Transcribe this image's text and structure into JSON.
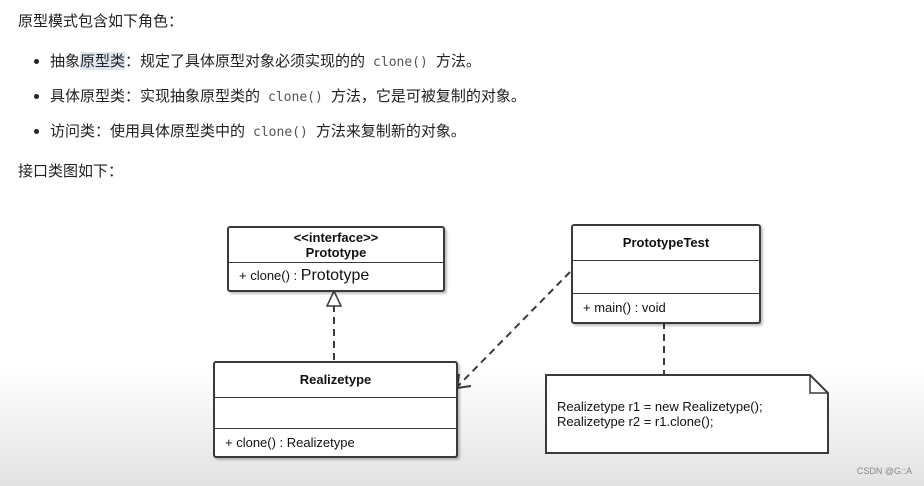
{
  "intro": "原型模式包含如下角色：",
  "roles": [
    {
      "pre": "抽象",
      "highlight": "原型类",
      "text": "：规定了具体原型对象必须实现的的",
      "code": "clone()",
      "post": "方法。"
    },
    {
      "pre": "",
      "highlight": "",
      "text": "具体原型类：实现抽象原型类的",
      "code": "clone()",
      "post": "方法，它是可被复制的对象。"
    },
    {
      "pre": "",
      "highlight": "",
      "text": "访问类：使用具体原型类中的",
      "code": "clone()",
      "post": "方法来复制新的对象。"
    }
  ],
  "diagram_caption": "接口类图如下：",
  "diagram": {
    "prototype": {
      "stereotype": "<<interface>>",
      "name": "Prototype",
      "op_prefix": "+ clone() :",
      "op_return": "Prototype"
    },
    "prototype_test": {
      "name": "PrototypeTest",
      "op": "+ main() : void"
    },
    "realizetype": {
      "name": "Realizetype",
      "op": "+ clone() : Realizetype"
    },
    "note": {
      "line1": "Realizetype r1 = new Realizetype();",
      "line2": "Realizetype r2 = r1.clone();"
    },
    "colors": {
      "stroke": "#3a3a3a",
      "fill": "#ffffff"
    }
  },
  "watermark": "CSDN @G::A"
}
